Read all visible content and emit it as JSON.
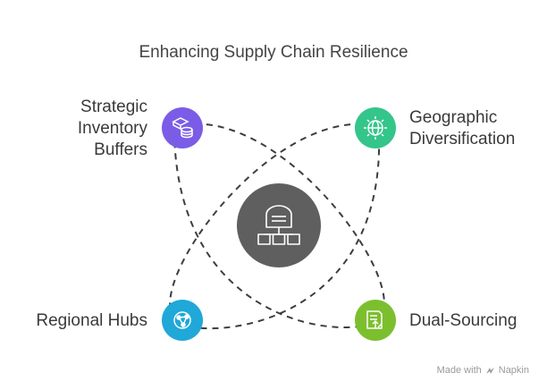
{
  "title": "Enhancing Supply Chain Resilience",
  "center": {
    "icon": "warehouse-network-icon",
    "color": "#5f5f5f"
  },
  "nodes": [
    {
      "id": "strategic",
      "lines": [
        "Strategic",
        "Inventory",
        "Buffers"
      ],
      "icon": "inventory-stack-icon",
      "color": "#7b5ce6"
    },
    {
      "id": "geographic",
      "lines": [
        "Geographic",
        "Diversification"
      ],
      "icon": "globe-network-icon",
      "color": "#34c58a"
    },
    {
      "id": "regional",
      "lines": [
        "Regional Hubs"
      ],
      "icon": "hub-network-icon",
      "color": "#1fa8d8"
    },
    {
      "id": "dual",
      "lines": [
        "Dual-Sourcing"
      ],
      "icon": "dual-source-icon",
      "color": "#7cbf2e"
    }
  ],
  "watermark": {
    "text": "Made with",
    "brand": "Napkin"
  }
}
